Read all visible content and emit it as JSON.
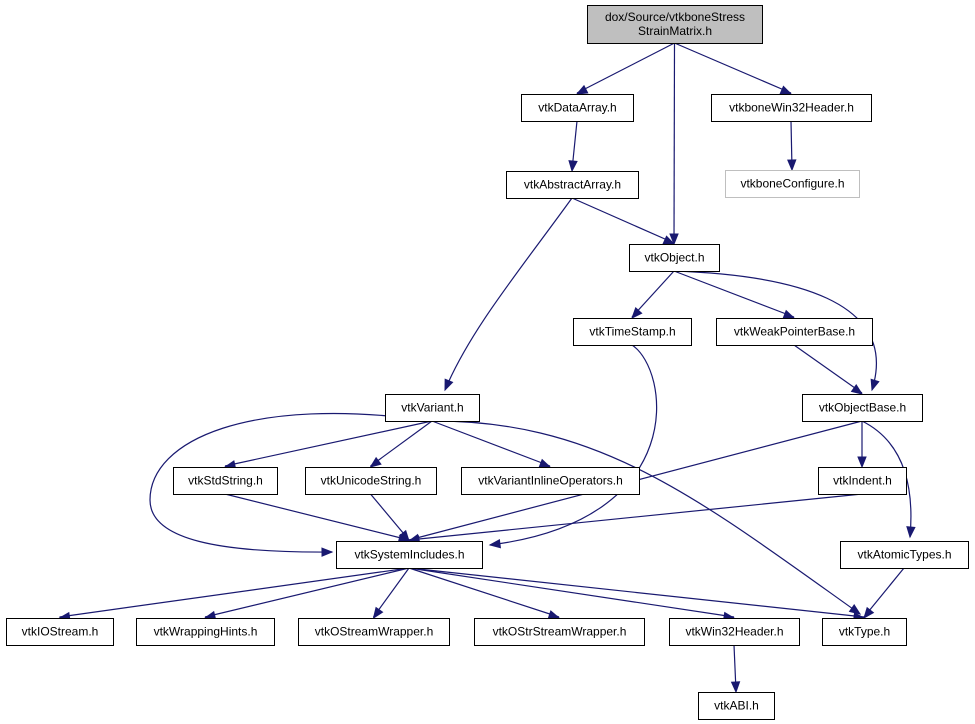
{
  "diagram": {
    "nodes": [
      {
        "id": "root",
        "lines": [
          "dox/Source/vtkboneStress",
          "StrainMatrix.h"
        ],
        "style": "focus"
      },
      {
        "id": "dataarray",
        "lines": [
          "vtkDataArray.h"
        ],
        "style": "plain"
      },
      {
        "id": "win32hdr",
        "lines": [
          "vtkboneWin32Header.h"
        ],
        "style": "plain"
      },
      {
        "id": "configure",
        "lines": [
          "vtkboneConfigure.h"
        ],
        "style": "missing"
      },
      {
        "id": "abstractarray",
        "lines": [
          "vtkAbstractArray.h"
        ],
        "style": "plain"
      },
      {
        "id": "object",
        "lines": [
          "vtkObject.h"
        ],
        "style": "plain"
      },
      {
        "id": "timestamp",
        "lines": [
          "vtkTimeStamp.h"
        ],
        "style": "plain"
      },
      {
        "id": "weakptr",
        "lines": [
          "vtkWeakPointerBase.h"
        ],
        "style": "plain"
      },
      {
        "id": "objectbase",
        "lines": [
          "vtkObjectBase.h"
        ],
        "style": "plain"
      },
      {
        "id": "variant",
        "lines": [
          "vtkVariant.h"
        ],
        "style": "plain"
      },
      {
        "id": "stdstring",
        "lines": [
          "vtkStdString.h"
        ],
        "style": "plain"
      },
      {
        "id": "unicode",
        "lines": [
          "vtkUnicodeString.h"
        ],
        "style": "plain"
      },
      {
        "id": "inlineops",
        "lines": [
          "vtkVariantInlineOperators.h"
        ],
        "style": "plain"
      },
      {
        "id": "indent",
        "lines": [
          "vtkIndent.h"
        ],
        "style": "plain"
      },
      {
        "id": "sysincl",
        "lines": [
          "vtkSystemIncludes.h"
        ],
        "style": "plain"
      },
      {
        "id": "atomic",
        "lines": [
          "vtkAtomicTypes.h"
        ],
        "style": "plain"
      },
      {
        "id": "iostream",
        "lines": [
          "vtkIOStream.h"
        ],
        "style": "plain"
      },
      {
        "id": "wrapping",
        "lines": [
          "vtkWrappingHints.h"
        ],
        "style": "plain"
      },
      {
        "id": "ostream",
        "lines": [
          "vtkOStreamWrapper.h"
        ],
        "style": "plain"
      },
      {
        "id": "ostrstream",
        "lines": [
          "vtkOStrStreamWrapper.h"
        ],
        "style": "plain"
      },
      {
        "id": "win32",
        "lines": [
          "vtkWin32Header.h"
        ],
        "style": "plain"
      },
      {
        "id": "type",
        "lines": [
          "vtkType.h"
        ],
        "style": "plain"
      },
      {
        "id": "abi",
        "lines": [
          "vtkABI.h"
        ],
        "style": "plain"
      }
    ],
    "edges": [
      {
        "from": "root",
        "to": "dataarray"
      },
      {
        "from": "root",
        "to": "object"
      },
      {
        "from": "root",
        "to": "win32hdr"
      },
      {
        "from": "dataarray",
        "to": "abstractarray"
      },
      {
        "from": "win32hdr",
        "to": "configure"
      },
      {
        "from": "abstractarray",
        "to": "object"
      },
      {
        "from": "abstractarray",
        "to": "variant"
      },
      {
        "from": "object",
        "to": "timestamp"
      },
      {
        "from": "object",
        "to": "weakptr"
      },
      {
        "from": "object",
        "to": "objectbase"
      },
      {
        "from": "weakptr",
        "to": "objectbase"
      },
      {
        "from": "timestamp",
        "to": "sysincl"
      },
      {
        "from": "objectbase",
        "to": "sysincl"
      },
      {
        "from": "objectbase",
        "to": "indent"
      },
      {
        "from": "objectbase",
        "to": "atomic"
      },
      {
        "from": "variant",
        "to": "stdstring"
      },
      {
        "from": "variant",
        "to": "unicode"
      },
      {
        "from": "variant",
        "to": "inlineops"
      },
      {
        "from": "variant",
        "to": "sysincl"
      },
      {
        "from": "variant",
        "to": "type"
      },
      {
        "from": "stdstring",
        "to": "sysincl"
      },
      {
        "from": "unicode",
        "to": "sysincl"
      },
      {
        "from": "indent",
        "to": "sysincl"
      },
      {
        "from": "atomic",
        "to": "type"
      },
      {
        "from": "sysincl",
        "to": "iostream"
      },
      {
        "from": "sysincl",
        "to": "wrapping"
      },
      {
        "from": "sysincl",
        "to": "ostream"
      },
      {
        "from": "sysincl",
        "to": "ostrstream"
      },
      {
        "from": "sysincl",
        "to": "win32"
      },
      {
        "from": "sysincl",
        "to": "type"
      },
      {
        "from": "win32",
        "to": "abi"
      }
    ]
  }
}
